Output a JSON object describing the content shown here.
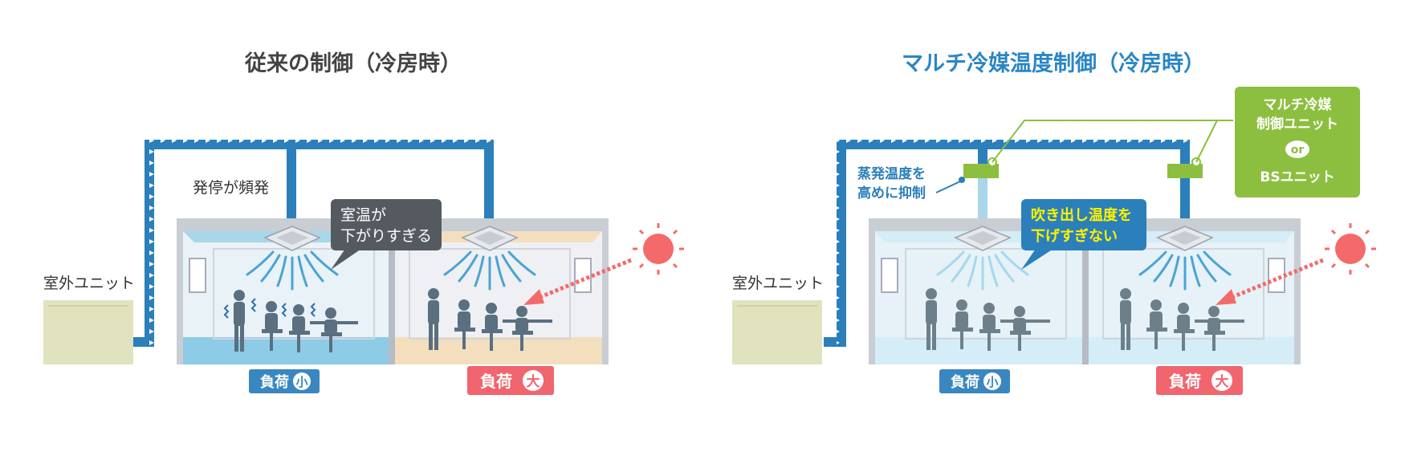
{
  "left": {
    "title": "従来の制御（冷房時）",
    "outdoor_label": "室外ユニット",
    "cycling_note": "発停が頻発",
    "callout": [
      "室温が",
      "下がりすぎる"
    ],
    "load_small": {
      "text": "負荷",
      "mark": "小"
    },
    "load_large": {
      "text": "負荷",
      "mark": "大"
    }
  },
  "right": {
    "title": "マルチ冷媒温度制御（冷房時）",
    "outdoor_label": "室外ユニット",
    "evap_note": [
      "蒸発温度を",
      "高めに抑制"
    ],
    "callout": [
      "吹き出し温度を",
      "下げすぎない"
    ],
    "unit_box": {
      "line1": "マルチ冷媒",
      "line2": "制御ユニット",
      "or": "or",
      "line3": "BSユニット"
    },
    "load_small": {
      "text": "負荷",
      "mark": "小"
    },
    "load_large": {
      "text": "負荷",
      "mark": "大"
    }
  },
  "colors": {
    "pipe": "#2b7fba",
    "title_left": "#444444",
    "title_right": "#2b86c5",
    "green": "#8cbf3f",
    "load_small": "#3a87c0",
    "load_large": "#f0656e",
    "outdoor": "#e1e3bf",
    "sun": "#f46a6a"
  }
}
